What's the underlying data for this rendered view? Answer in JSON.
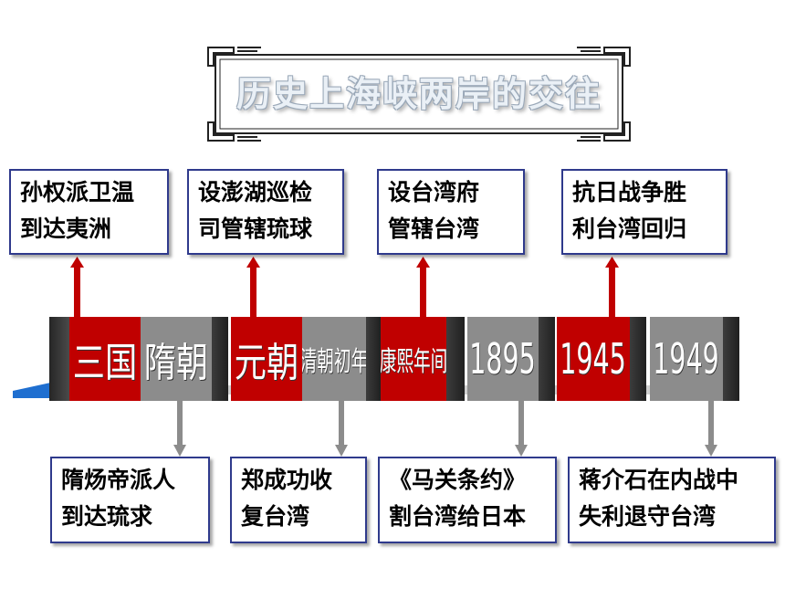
{
  "title": "历史上海峡两岸的交往",
  "periods": [
    {
      "label": "三国",
      "color": "#c00000"
    },
    {
      "label": "隋朝",
      "color": "#8c8c8c"
    },
    {
      "label": "元朝",
      "color": "#c00000"
    },
    {
      "label": "清朝初年",
      "color": "#8c8c8c"
    },
    {
      "label": "康熙年间",
      "color": "#c00000"
    },
    {
      "label": "1895",
      "color": "#8c8c8c"
    },
    {
      "label": "1945",
      "color": "#c00000"
    },
    {
      "label": "1949",
      "color": "#8c8c8c"
    }
  ],
  "top_events": [
    {
      "line1": "孙权派卫温",
      "line2": "到达夷洲"
    },
    {
      "line1": "设澎湖巡检",
      "line2": "司管辖琉球"
    },
    {
      "line1": "设台湾府",
      "line2": "管辖台湾"
    },
    {
      "line1": "抗日战争胜",
      "line2": "利台湾回归"
    }
  ],
  "bottom_events": [
    {
      "line1": "隋炀帝派人",
      "line2": "到达琉求"
    },
    {
      "line1": "郑成功收",
      "line2": "复台湾"
    },
    {
      "line1": "《马关条约》",
      "line2": "割台湾给日本"
    },
    {
      "line1": "蒋介石在内战中",
      "line2": "失利退守台湾"
    }
  ],
  "colors": {
    "red": "#c00000",
    "gray": "#8c8c8c",
    "box_border": "#2f3a8c",
    "base_blue": "#1f6fd0"
  }
}
